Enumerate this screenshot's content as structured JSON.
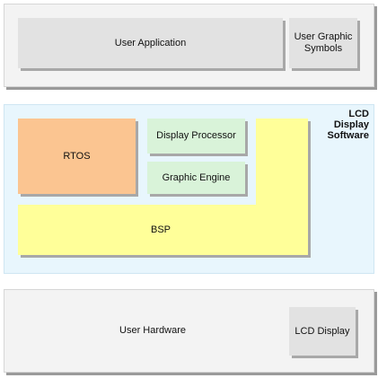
{
  "top_layer": {
    "user_application": "User Application",
    "user_graphic_symbols": "User Graphic Symbols"
  },
  "lcd_layer": {
    "title_line1": "LCD",
    "title_line2": "Display",
    "title_line3": "Software",
    "rtos": "RTOS",
    "display_processor": "Display Processor",
    "graphic_engine": "Graphic Engine",
    "bsp": "BSP"
  },
  "bottom_layer": {
    "user_hardware": "User Hardware",
    "lcd_display": "LCD Display"
  }
}
